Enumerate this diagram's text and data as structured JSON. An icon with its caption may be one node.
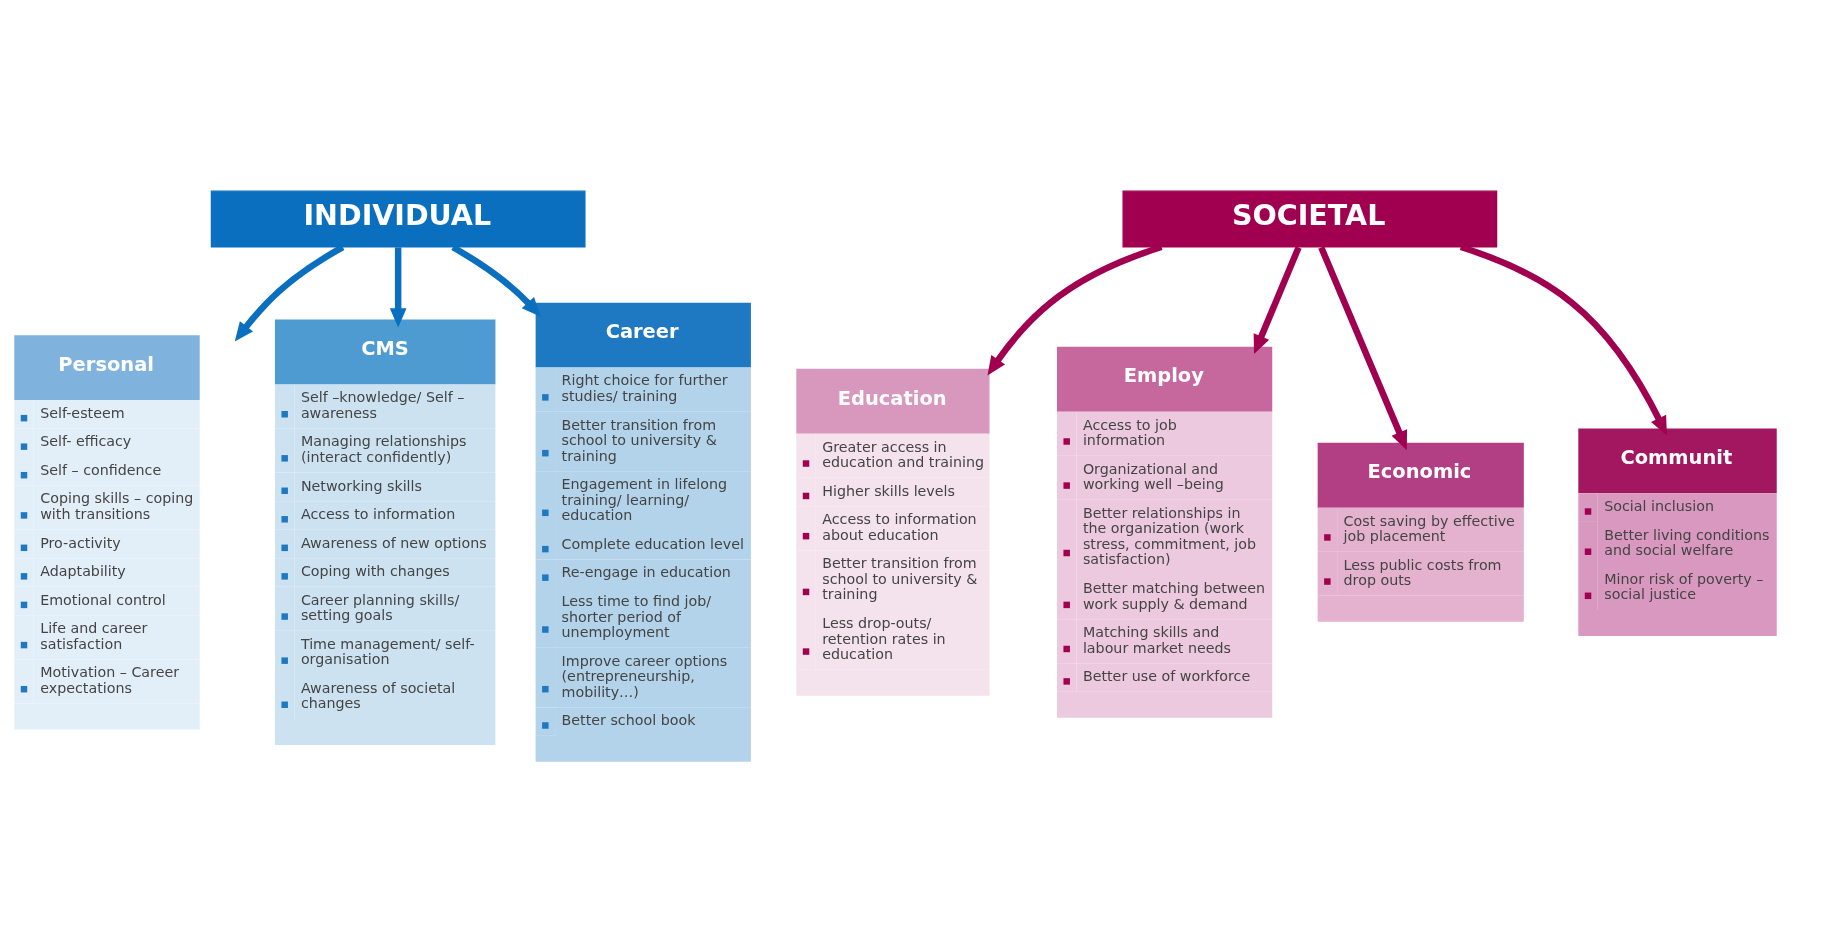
{
  "diagram": {
    "nodes": [
      {
        "text": [
          "INDIVIDUAL"
        ]
      },
      {
        "text": [
          "SOCIETAL"
        ]
      },
      {
        "text": [
          "Personal",
          "Self-esteem",
          "Self- efficacy",
          "Self – confidence",
          "Coping skills – coping with transitions",
          "Pro-activity",
          "Adaptability",
          "Emotional control",
          "Life and career satisfaction",
          "Motivation – Career expectations"
        ]
      },
      {
        "text": [
          "CMS",
          "Self –knowledge/ Self – awareness",
          "Managing relationships (interact confidently)",
          "Networking skills",
          "Access to information",
          "Awareness of new options",
          "Coping with changes",
          "Career planning skills/ setting goals",
          "Time management/ self-organisation",
          "Awareness of societal changes"
        ]
      },
      {
        "text": [
          "Career",
          "Right choice for further studies/ training",
          "Better transition from school to university & training",
          "Engagement in lifelong training/ learning/ education",
          "Complete education level",
          "Re-engage in education",
          "Less time to find job/ shorter period of unemployment",
          "Improve career options (entrepreneurship, mobility…)",
          "Better school book"
        ]
      },
      {
        "text": [
          "Education",
          "Greater access in education and training",
          "Higher skills levels",
          "Access to information about education",
          "Better transition from school to university & training",
          "Less drop-outs/ retention rates in education"
        ]
      },
      {
        "text": [
          "Employ",
          "Access to job information",
          "Organizational and working well –being",
          "Better relationships in the organization (work stress, commitment, job satisfaction)",
          "Better matching between work supply & demand",
          "Matching skills and labour market needs",
          "Better use of workforce"
        ]
      },
      {
        "text": [
          "Economic",
          "Cost saving by effective job placement",
          "Less public costs from drop outs"
        ]
      },
      {
        "text": [
          "Communit",
          "Social inclusion",
          "Better living conditions and social welfare",
          "Minor risk of poverty – social justice"
        ]
      }
    ],
    "edges": [
      {
        "from": 0,
        "to": 2,
        "arrow": "to",
        "color": "#0b6fbf"
      },
      {
        "from": 0,
        "to": 3,
        "arrow": "to",
        "color": "#0b6fbf"
      },
      {
        "from": 0,
        "to": 4,
        "arrow": "to",
        "color": "#0b6fbf"
      },
      {
        "from": 1,
        "to": 5,
        "arrow": "to"
      },
      {
        "from": 1,
        "to": 6,
        "arrow": "to"
      },
      {
        "from": 1,
        "to": 7,
        "arrow": "to"
      },
      {
        "from": 1,
        "to": 8,
        "arrow": "to"
      }
    ]
  }
}
